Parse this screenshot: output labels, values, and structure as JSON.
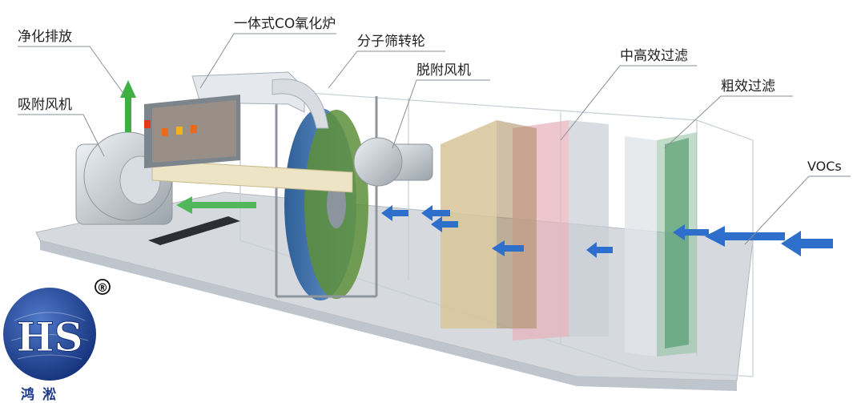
{
  "labels": {
    "exhaust": "净化排放",
    "adsorption_fan": "吸附风机",
    "co_oxidizer": "一体式CO氧化炉",
    "zeolite_wheel": "分子筛转轮",
    "desorption_fan": "脱附风机",
    "mid_high_filter": "中高效过滤",
    "coarse_filter": "粗效过滤",
    "vocs": "VOCs"
  },
  "logo": {
    "monogram": "HS",
    "name": "鸿淞",
    "registered_mark": "®"
  },
  "colors": {
    "inflow_arrow": "#2f6fcc",
    "exhaust_arrow": "#3cb043",
    "logo_blue": "#1f3a8a",
    "coarse_filter_media": "#4f9a6a",
    "mid_filter_media": "#e7b3bd",
    "pre_filter_media": "#d9c49a",
    "wheel": "#4a7fb8"
  }
}
